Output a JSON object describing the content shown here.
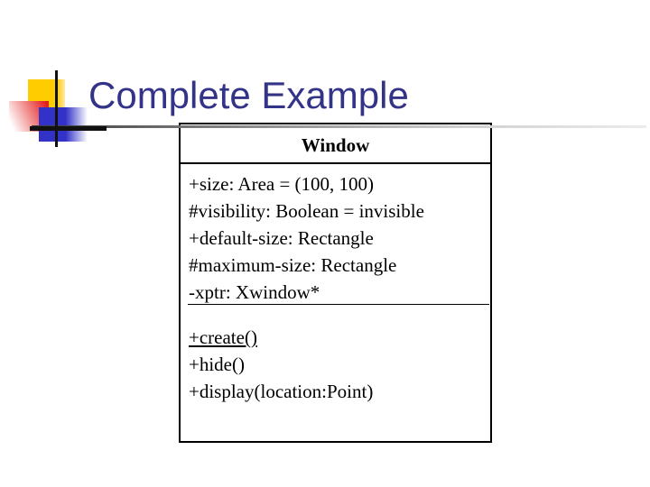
{
  "slide": {
    "title": "Complete Example",
    "title_color": "#333388"
  },
  "uml_class": {
    "name": "Window",
    "attributes": [
      "+size: Area = (100, 100)",
      "#visibility: Boolean = invisible",
      "+default-size: Rectangle",
      "#maximum-size: Rectangle",
      "-xptr: Xwindow*"
    ],
    "operations": [
      {
        "text": "+create()",
        "underline": true
      },
      {
        "text": "+hide()",
        "underline": false
      },
      {
        "text": "+display(location:Point)",
        "underline": false
      }
    ]
  },
  "decoration": {
    "square_colors": {
      "yellow": "#FFCC00",
      "red": "#E31B1B",
      "blue": "#3232C8"
    },
    "line_gradient": [
      "#3A3A3A",
      "#ECECEC"
    ]
  }
}
